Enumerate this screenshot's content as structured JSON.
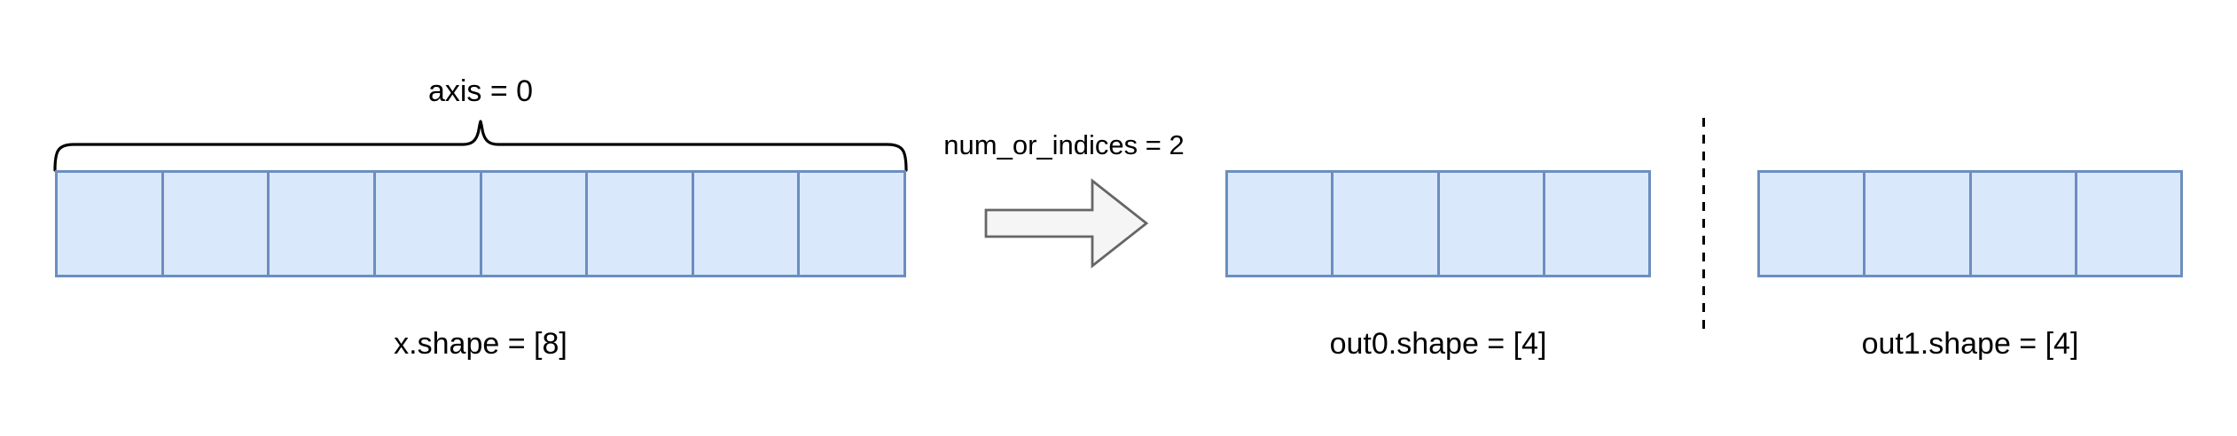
{
  "canvas": {
    "background": "#ffffff",
    "text_color": "#000000"
  },
  "palette": {
    "cell_fill": "#dae8fc",
    "cell_stroke": "#6c8ebf",
    "arrow_fill": "#f5f5f5",
    "arrow_stroke": "#666666",
    "brace_color": "#000000",
    "divider_color": "#000000"
  },
  "input_array": {
    "name": "x",
    "cells": 8,
    "axis_label": "axis = 0",
    "shape_label": "x.shape = [8]"
  },
  "operation": {
    "label": "num_or_indices = 2"
  },
  "outputs": [
    {
      "name": "out0",
      "cells": 4,
      "shape_label": "out0.shape = [4]"
    },
    {
      "name": "out1",
      "cells": 4,
      "shape_label": "out1.shape = [4]"
    }
  ]
}
